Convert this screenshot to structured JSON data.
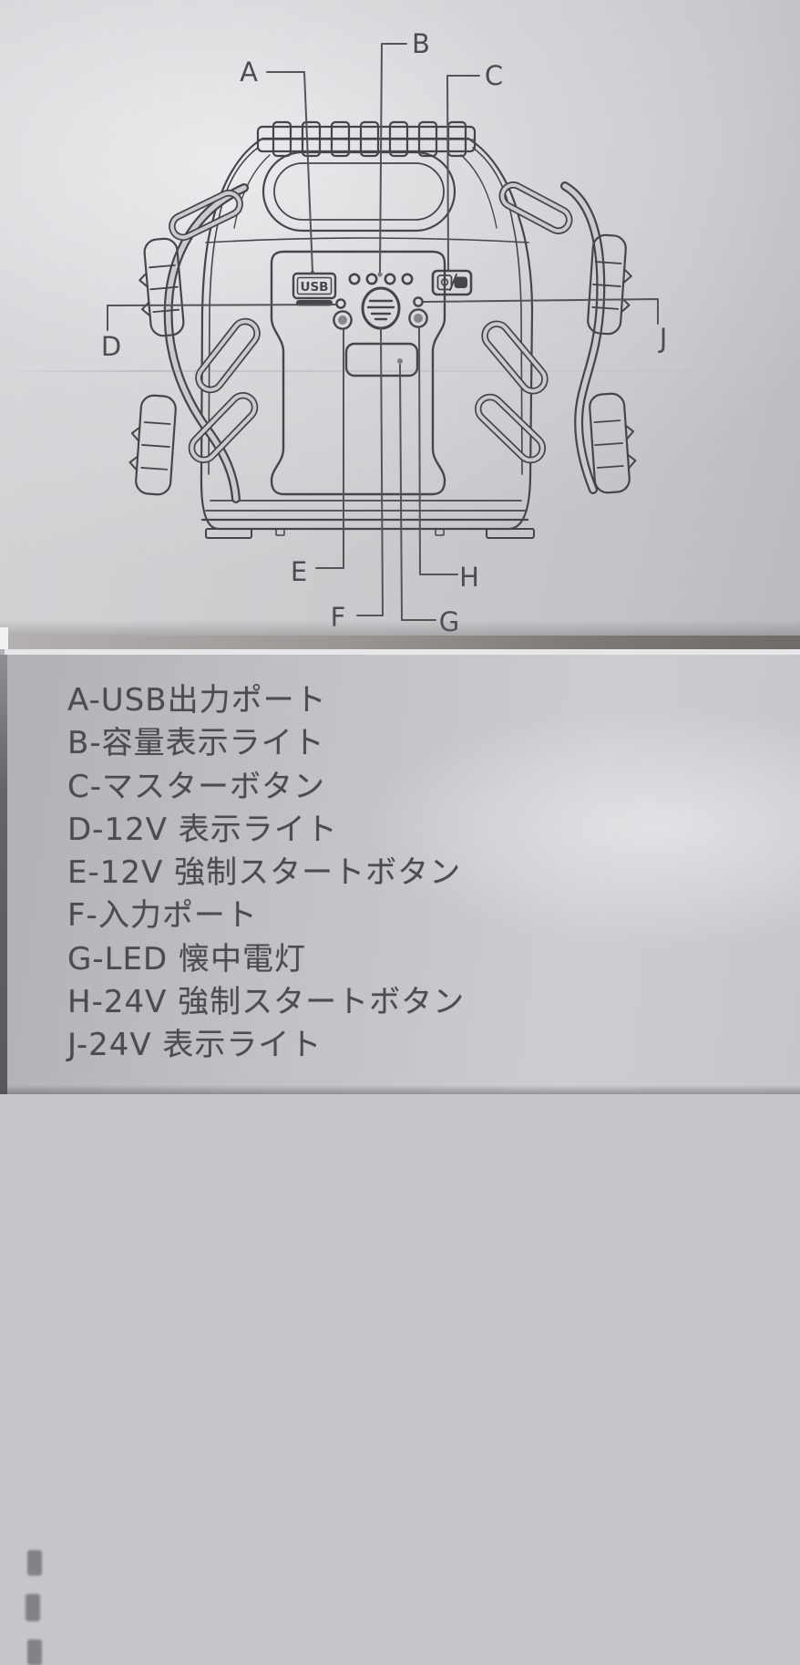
{
  "diagram": {
    "callout_labels": {
      "a": "A",
      "b": "B",
      "c": "C",
      "d": "D",
      "e": "E",
      "f": "F",
      "g": "G",
      "h": "H",
      "j": "J"
    },
    "usb_port_label": "USB"
  },
  "legend": {
    "items": [
      "A-USB出力ポート",
      "B-容量表示ライト",
      "C-マスターボタン",
      "D-12V 表示ライト",
      "E-12V 強制スタートボタン",
      "F-入力ポート",
      "G-LED 懐中電灯",
      "H-24V 強制スタートボタン",
      "J-24V 表示ライト"
    ]
  },
  "colors": {
    "ink": "#45454b",
    "callout_line": "#54545a",
    "paper_top": "#cccccf",
    "paper_bottom": "#c2c2c6"
  }
}
